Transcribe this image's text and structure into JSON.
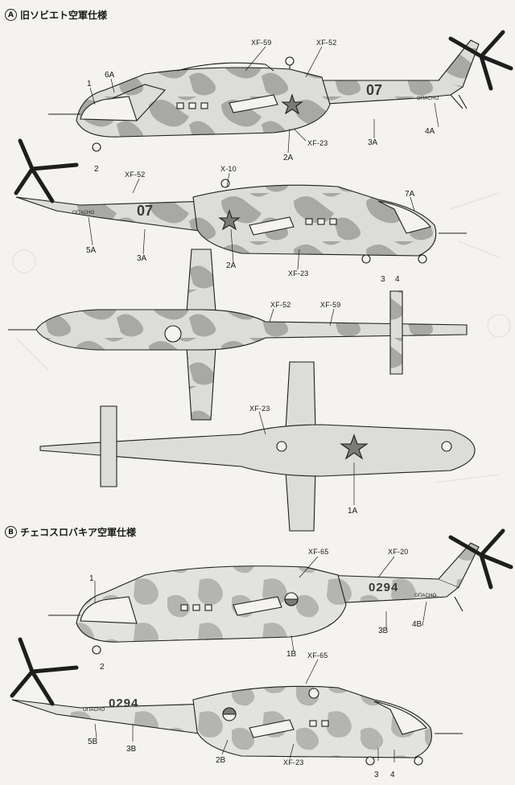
{
  "sections": {
    "a": {
      "marker": "A",
      "title": "旧ソビエト空軍仕様"
    },
    "b": {
      "marker": "B",
      "title": "チェコスロバキア空軍仕様"
    }
  },
  "paints": {
    "xf59": "XF-59",
    "xf52": "XF-52",
    "xf23": "XF-23",
    "x10": "X-10",
    "xf65": "XF-65",
    "xf20": "XF-20"
  },
  "parts": {
    "p1": "1",
    "p2": "2",
    "p3": "3",
    "p4": "4",
    "p1A": "1A",
    "p2A": "2A",
    "p3A": "3A",
    "p4A": "4A",
    "p5A": "5A",
    "p6A": "6A",
    "p7A": "7A",
    "p1B": "1B",
    "p2B": "2B",
    "p3B": "3B",
    "p4B": "4B",
    "p5B": "5B"
  },
  "markings": {
    "soviet_number": "07",
    "czech_number": "0294",
    "tail_text": "ОПАСНО"
  },
  "colors": {
    "camo_light": "#d8d8d4",
    "camo_dark": "#a9a9a6",
    "ink": "#1e1e1e",
    "paper": "#f4f3ef"
  }
}
